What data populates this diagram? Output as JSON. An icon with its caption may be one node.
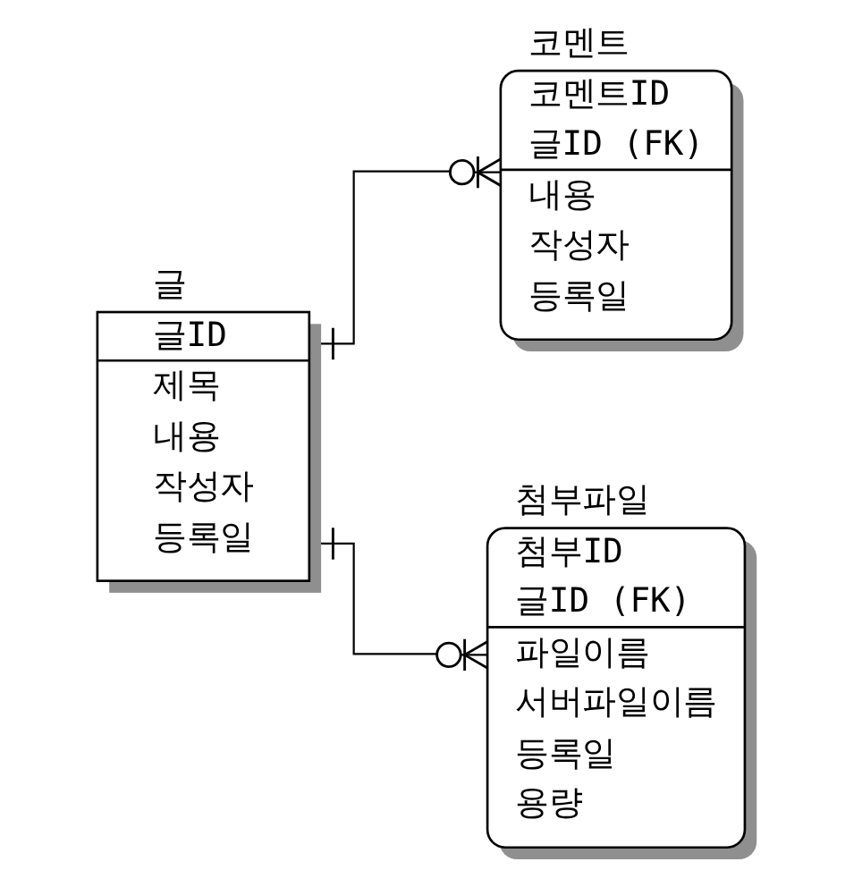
{
  "diagram": {
    "nodes": [
      {
        "text": [
          "글",
          "글ID",
          "제목",
          "내용",
          "작성자",
          "등록일"
        ]
      },
      {
        "text": [
          "코멘트",
          "코멘트ID",
          "글ID (FK)",
          "내용",
          "작성자",
          "등록일"
        ]
      },
      {
        "text": [
          "첨부파일",
          "첨부ID",
          "글ID (FK)",
          "파일이름",
          "서버파일이름",
          "등록일",
          "용량"
        ]
      }
    ],
    "edges": [
      {
        "from": 0,
        "to": 1,
        "arrow": "other"
      },
      {
        "from": 0,
        "to": 2,
        "arrow": "other"
      }
    ]
  }
}
